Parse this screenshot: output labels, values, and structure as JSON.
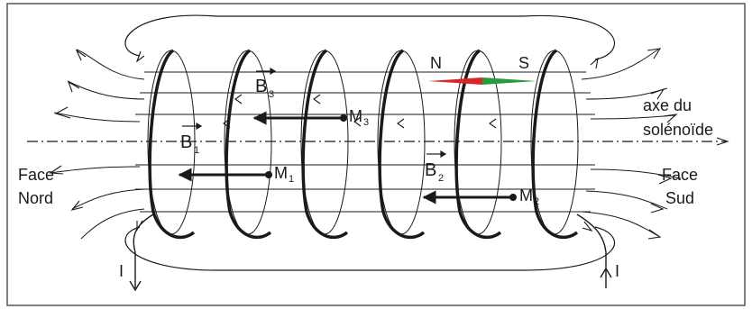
{
  "labels": {
    "north_pole": "N",
    "south_pole": "S",
    "axis_line1": "axe du",
    "axis_line2": "solénoïde",
    "face_north_line1": "Face",
    "face_north_line2": "Nord",
    "face_south_line1": "Face",
    "face_south_line2": "Sud",
    "current_left": "I",
    "current_right": "I"
  },
  "vectors": [
    {
      "id": "B3",
      "letter": "B",
      "index": "3",
      "point": "M",
      "point_index": "3"
    },
    {
      "id": "B1",
      "letter": "B",
      "index": "1",
      "point": "M",
      "point_index": "1"
    },
    {
      "id": "B2",
      "letter": "B",
      "index": "2",
      "point": "M",
      "point_index": "2"
    }
  ],
  "colors": {
    "stroke": "#1a1a1a",
    "frame": "#555555",
    "compass_north": "#d8262b",
    "compass_south": "#2a9a3e"
  },
  "icons": {
    "compass": "compass-needle-icon"
  }
}
